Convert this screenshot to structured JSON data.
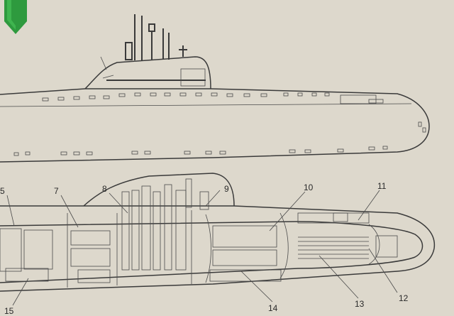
{
  "tab": {
    "color": "#2e9a3e"
  },
  "colors": {
    "paper": "#ddd8cc",
    "ink": "#3a3a3a"
  },
  "callouts": [
    {
      "id": "c5",
      "text": "5"
    },
    {
      "id": "c7",
      "text": "7"
    },
    {
      "id": "c8",
      "text": "8"
    },
    {
      "id": "c9",
      "text": "9"
    },
    {
      "id": "c10",
      "text": "10"
    },
    {
      "id": "c11",
      "text": "11"
    },
    {
      "id": "c12",
      "text": "12"
    },
    {
      "id": "c13",
      "text": "13"
    },
    {
      "id": "c14",
      "text": "14"
    },
    {
      "id": "c15",
      "text": "15"
    }
  ]
}
